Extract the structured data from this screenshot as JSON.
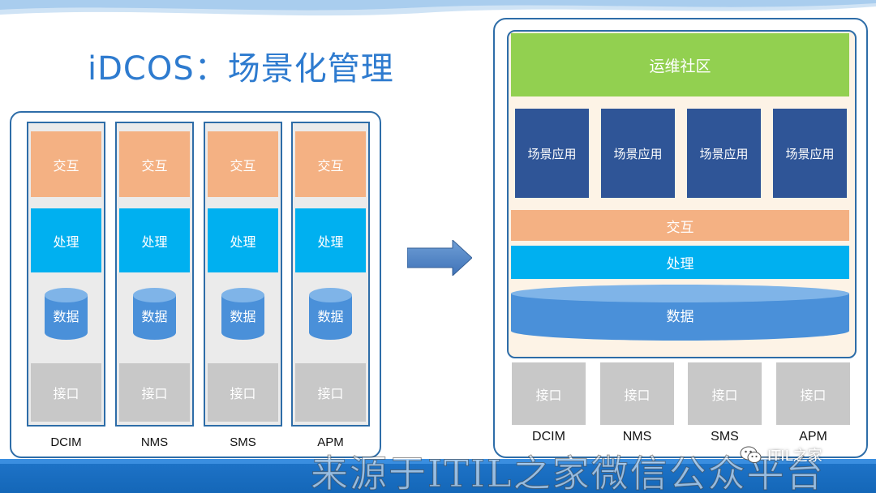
{
  "title": "iDCOS：场景化管理",
  "left": {
    "columns": [
      {
        "interaction": "交互",
        "processing": "处理",
        "data": "数据",
        "interface": "接口",
        "name": "DCIM"
      },
      {
        "interaction": "交互",
        "processing": "处理",
        "data": "数据",
        "interface": "接口",
        "name": "NMS"
      },
      {
        "interaction": "交互",
        "processing": "处理",
        "data": "数据",
        "interface": "接口",
        "name": "SMS"
      },
      {
        "interaction": "交互",
        "processing": "处理",
        "data": "数据",
        "interface": "接口",
        "name": "APM"
      }
    ]
  },
  "right": {
    "ops_community": "运维社区",
    "scenes": [
      "场景应用",
      "场景应用",
      "场景应用",
      "场景应用"
    ],
    "interaction": "交互",
    "processing": "处理",
    "data": "数据",
    "interfaces": [
      {
        "label": "接口",
        "name": "DCIM"
      },
      {
        "label": "接口",
        "name": "NMS"
      },
      {
        "label": "接口",
        "name": "SMS"
      },
      {
        "label": "接口",
        "name": "APM"
      }
    ]
  },
  "watermark": "来源于ITIL之家微信公众平台",
  "wechat_badge": "ITIL之家",
  "colors": {
    "title": "#2e7bcf",
    "border": "#2e6da8",
    "interaction": "#f4b183",
    "processing": "#00b0f0",
    "data": "#4a90d9",
    "interface": "#c8c8c8",
    "ops_community": "#92d050",
    "scene": "#2f5597",
    "band": "#1467b8"
  }
}
